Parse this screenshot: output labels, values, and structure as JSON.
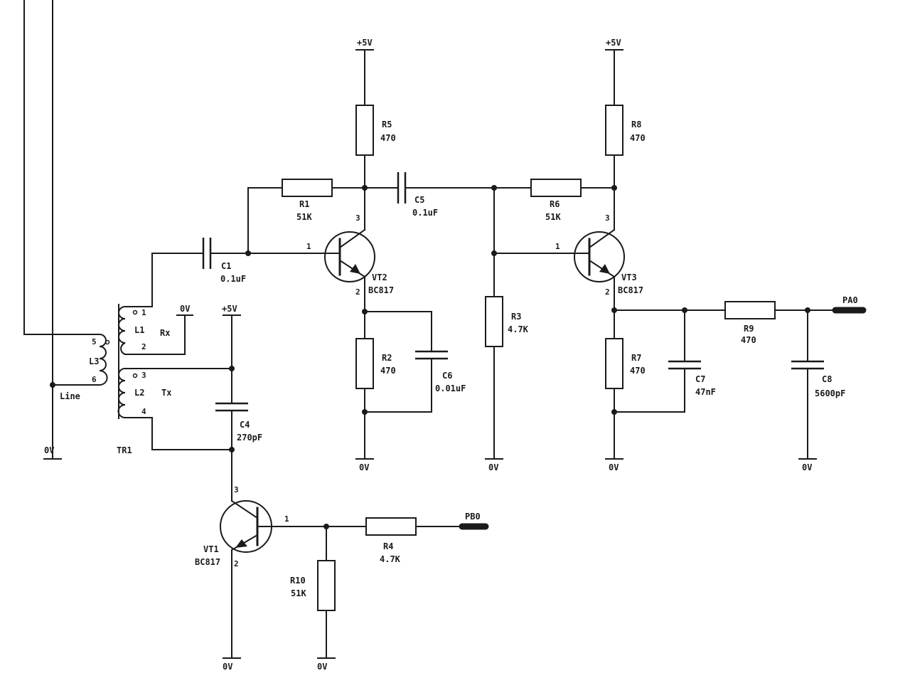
{
  "supply": {
    "vcc": "+5V",
    "gnd": "0V"
  },
  "components": {
    "R1": {
      "ref": "R1",
      "value": "51K"
    },
    "R2": {
      "ref": "R2",
      "value": "470"
    },
    "R3": {
      "ref": "R3",
      "value": "4.7K"
    },
    "R4": {
      "ref": "R4",
      "value": "4.7K"
    },
    "R5": {
      "ref": "R5",
      "value": "470"
    },
    "R6": {
      "ref": "R6",
      "value": "51K"
    },
    "R7": {
      "ref": "R7",
      "value": "470"
    },
    "R8": {
      "ref": "R8",
      "value": "470"
    },
    "R9": {
      "ref": "R9",
      "value": "470"
    },
    "R10": {
      "ref": "R10",
      "value": "51K"
    },
    "C1": {
      "ref": "C1",
      "value": "0.1uF"
    },
    "C4": {
      "ref": "C4",
      "value": "270pF"
    },
    "C5": {
      "ref": "C5",
      "value": "0.1uF"
    },
    "C6": {
      "ref": "C6",
      "value": "0.01uF"
    },
    "C7": {
      "ref": "C7",
      "value": "47nF"
    },
    "C8": {
      "ref": "C8",
      "value": "5600pF"
    },
    "VT1": {
      "ref": "VT1",
      "value": "BC817"
    },
    "VT2": {
      "ref": "VT2",
      "value": "BC817"
    },
    "VT3": {
      "ref": "VT3",
      "value": "BC817"
    }
  },
  "transistor_pins": {
    "base": "1",
    "emitter": "2",
    "collector": "3"
  },
  "transformer": {
    "ref": "TR1",
    "windings": {
      "L1": "L1",
      "L2": "L2",
      "L3": "L3"
    },
    "pins": {
      "p1": "1",
      "p2": "2",
      "p3": "3",
      "p4": "4",
      "p5": "5",
      "p6": "6"
    },
    "rx": "Rx",
    "tx": "Tx"
  },
  "line_label": "Line",
  "ports": {
    "pa0": "PA0",
    "pb0": "PB0"
  }
}
